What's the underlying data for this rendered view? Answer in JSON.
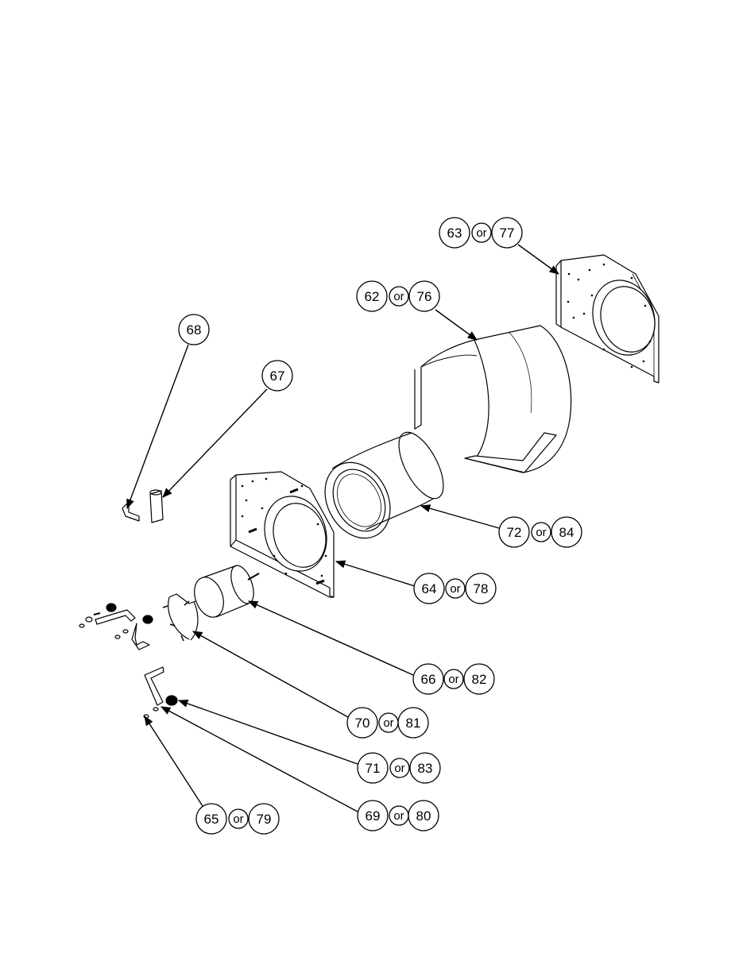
{
  "diagram": {
    "connector_word": "or",
    "callouts": [
      {
        "id": "c63",
        "first": "63",
        "second": "77"
      },
      {
        "id": "c62",
        "first": "62",
        "second": "76"
      },
      {
        "id": "c68",
        "first": "68"
      },
      {
        "id": "c67",
        "first": "67"
      },
      {
        "id": "c72",
        "first": "72",
        "second": "84"
      },
      {
        "id": "c64",
        "first": "64",
        "second": "78"
      },
      {
        "id": "c66",
        "first": "66",
        "second": "82"
      },
      {
        "id": "c70",
        "first": "70",
        "second": "81"
      },
      {
        "id": "c71",
        "first": "71",
        "second": "83"
      },
      {
        "id": "c69",
        "first": "69",
        "second": "80"
      },
      {
        "id": "c65",
        "first": "65",
        "second": "79"
      }
    ]
  }
}
